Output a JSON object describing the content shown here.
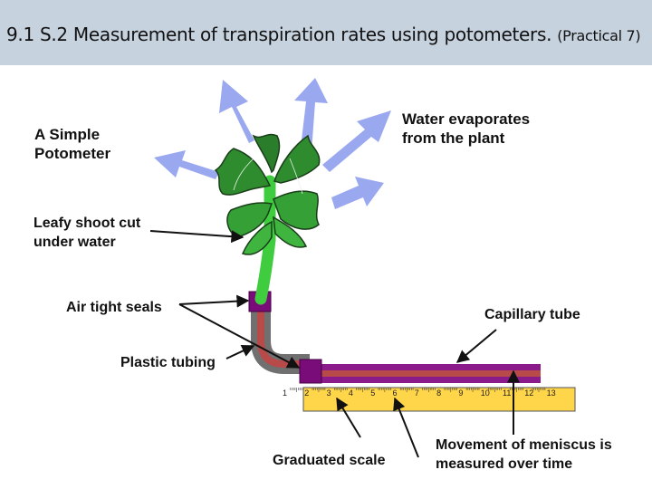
{
  "title": {
    "main": "9.1 S.2 Measurement of transpiration rates using potometers.",
    "sub": "(Practical 7)"
  },
  "labels": {
    "simple_potometer": [
      "A Simple",
      "Potometer"
    ],
    "water_evaporates": [
      "Water evaporates",
      "from the plant"
    ],
    "leafy_shoot": [
      "Leafy shoot cut",
      "under water"
    ],
    "air_tight_seals": "Air tight seals",
    "capillary_tube": "Capillary tube",
    "plastic_tubing": "Plastic tubing",
    "graduated_scale": "Graduated scale",
    "meniscus": [
      "Movement of meniscus is",
      "measured over time"
    ]
  },
  "scale_numbers": [
    "1",
    "2",
    "3",
    "4",
    "5",
    "6",
    "7",
    "8",
    "9",
    "10",
    "11",
    "12",
    "13"
  ],
  "colors": {
    "title_bar": "#c7d2df",
    "arrow": "#9aa8f0",
    "leaf": "#2e8b2e",
    "stem": "#3fcc3f",
    "tubing_outer": "#707070",
    "tubing_inner": "#b84a4a",
    "seal": "#7a0c7a",
    "capillary": "#8b1a8b",
    "scale": "#ffd54a"
  }
}
